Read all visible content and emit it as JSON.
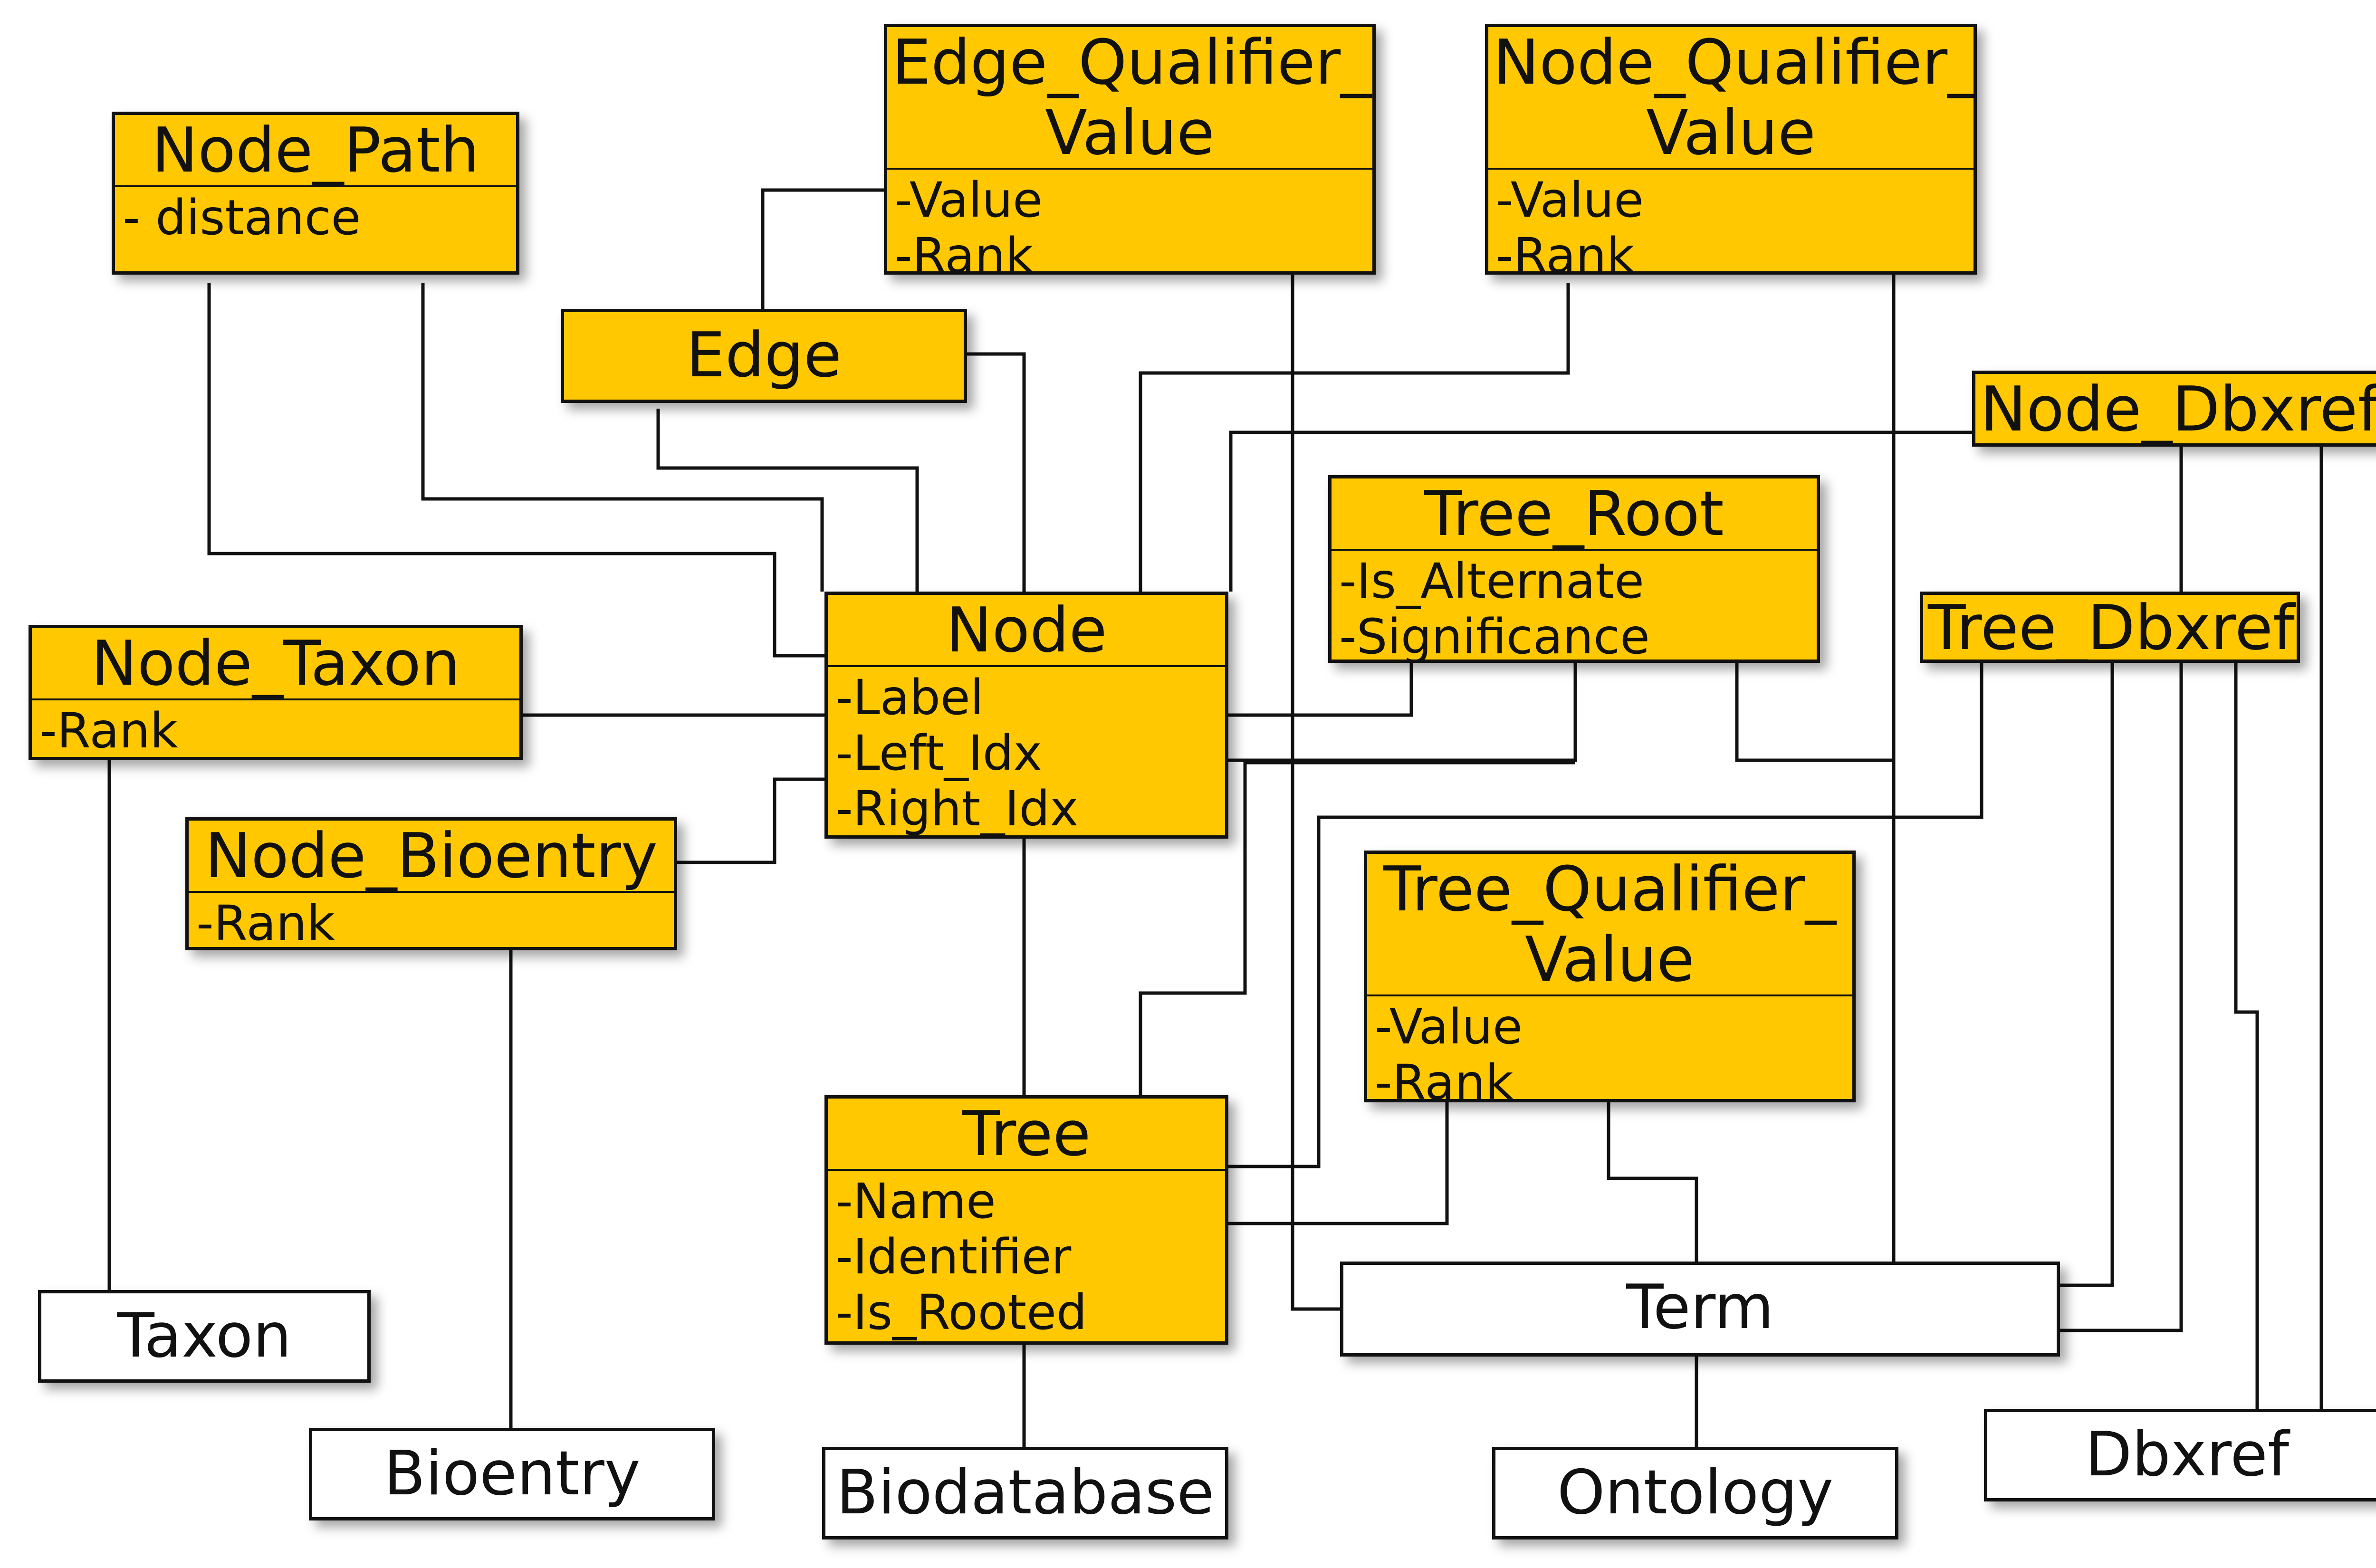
{
  "colors": {
    "entity_fill": "#FFC800",
    "reference_fill": "#FFFFFF",
    "line": "#111111"
  },
  "entities": {
    "node_path": {
      "name": "Node_Path",
      "attributes": [
        "- distance"
      ]
    },
    "edge_qualifier_value": {
      "name_line1": "Edge_Qualifier_",
      "name_line2": "Value",
      "attributes": [
        "-Value",
        "-Rank"
      ]
    },
    "node_qualifier_value": {
      "name_line1": "Node_Qualifier_",
      "name_line2": "Value",
      "attributes": [
        "-Value",
        "-Rank"
      ]
    },
    "edge": {
      "name": "Edge"
    },
    "node_dbxref": {
      "name": "Node_Dbxref"
    },
    "tree_root": {
      "name": "Tree_Root",
      "attributes": [
        "-Is_Alternate",
        "-Significance"
      ]
    },
    "node": {
      "name": "Node",
      "attributes": [
        "-Label",
        "-Left_Idx",
        "-Right_Idx"
      ]
    },
    "tree_dbxref": {
      "name": "Tree_Dbxref"
    },
    "node_taxon": {
      "name": "Node_Taxon",
      "attributes": [
        "-Rank"
      ]
    },
    "node_bioentry": {
      "name": "Node_Bioentry",
      "attributes": [
        "-Rank"
      ]
    },
    "tree_qualifier_value": {
      "name_line1": "Tree_Qualifier_",
      "name_line2": "Value",
      "attributes": [
        "-Value",
        "-Rank"
      ]
    },
    "tree": {
      "name": "Tree",
      "attributes": [
        "-Name",
        "-Identifier",
        "-Is_Rooted"
      ]
    },
    "taxon": {
      "name": "Taxon"
    },
    "bioentry": {
      "name": "Bioentry"
    },
    "biodatabase": {
      "name": "Biodatabase"
    },
    "term": {
      "name": "Term"
    },
    "ontology": {
      "name": "Ontology"
    },
    "dbxref": {
      "name": "Dbxref"
    }
  }
}
